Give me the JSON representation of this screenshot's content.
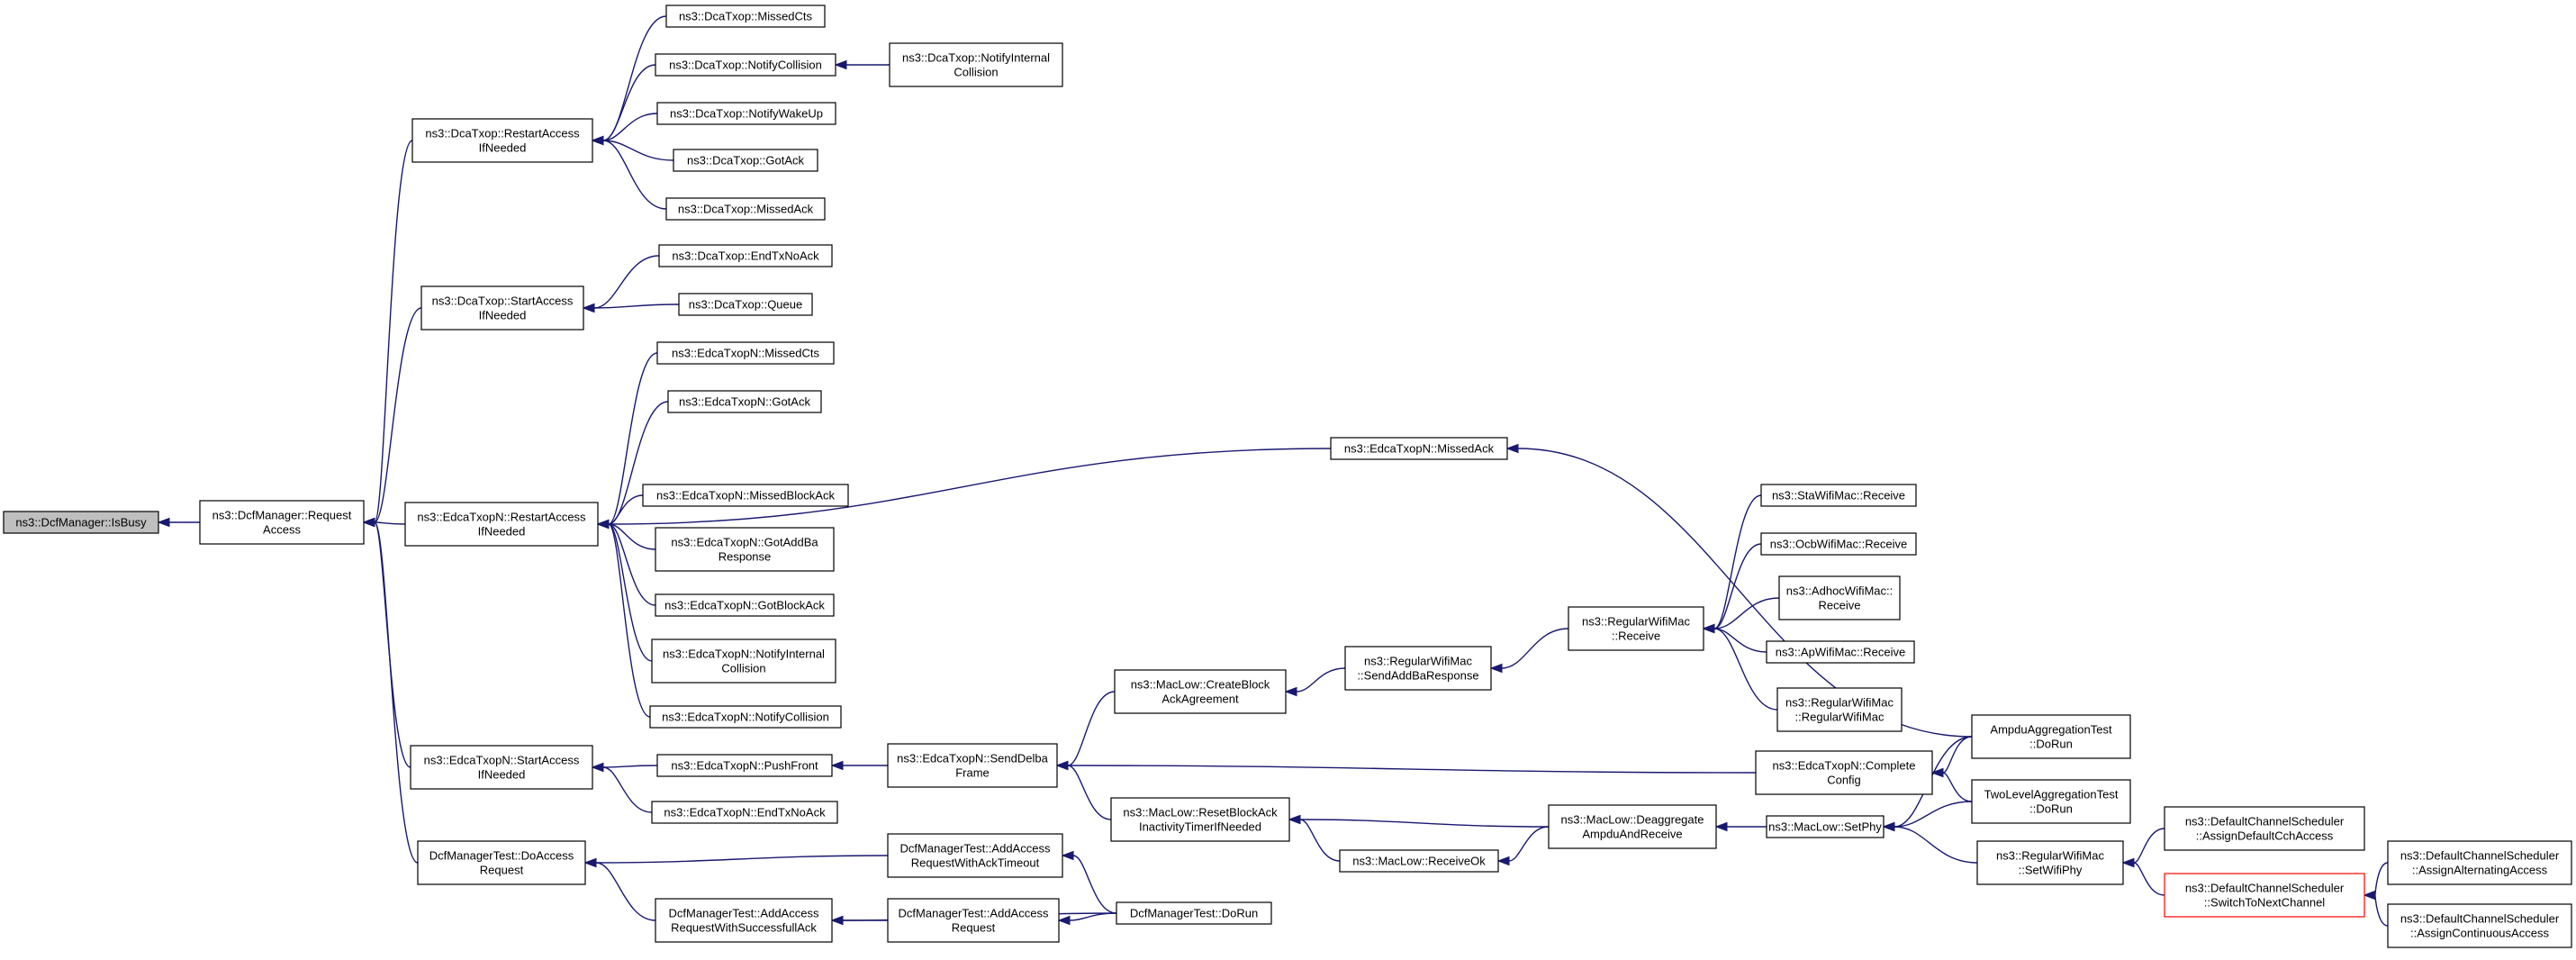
{
  "graph": {
    "nodes": [
      {
        "id": "n0",
        "label": [
          "ns3::DcfManager::IsBusy"
        ],
        "style": "root"
      },
      {
        "id": "n1",
        "label": [
          "ns3::DcfManager::Request",
          "Access"
        ]
      },
      {
        "id": "n2",
        "label": [
          "ns3::DcaTxop::RestartAccess",
          "IfNeeded"
        ]
      },
      {
        "id": "n3",
        "label": [
          "ns3::DcaTxop::StartAccess",
          "IfNeeded"
        ]
      },
      {
        "id": "n4",
        "label": [
          "ns3::EdcaTxopN::RestartAccess",
          "IfNeeded"
        ]
      },
      {
        "id": "n5",
        "label": [
          "ns3::EdcaTxopN::StartAccess",
          "IfNeeded"
        ]
      },
      {
        "id": "n6",
        "label": [
          "DcfManagerTest::DoAccess",
          "Request"
        ]
      },
      {
        "id": "n7",
        "label": [
          "ns3::DcaTxop::MissedCts"
        ]
      },
      {
        "id": "n8",
        "label": [
          "ns3::DcaTxop::NotifyCollision"
        ]
      },
      {
        "id": "n9",
        "label": [
          "ns3::DcaTxop::NotifyInternal",
          "Collision"
        ]
      },
      {
        "id": "n10",
        "label": [
          "ns3::DcaTxop::NotifyWakeUp"
        ]
      },
      {
        "id": "n11",
        "label": [
          "ns3::DcaTxop::GotAck"
        ]
      },
      {
        "id": "n12",
        "label": [
          "ns3::DcaTxop::MissedAck"
        ]
      },
      {
        "id": "n13",
        "label": [
          "ns3::DcaTxop::EndTxNoAck"
        ]
      },
      {
        "id": "n14",
        "label": [
          "ns3::DcaTxop::Queue"
        ]
      },
      {
        "id": "n15",
        "label": [
          "ns3::EdcaTxopN::MissedCts"
        ]
      },
      {
        "id": "n16",
        "label": [
          "ns3::EdcaTxopN::GotAck"
        ]
      },
      {
        "id": "n17",
        "label": [
          "ns3::EdcaTxopN::MissedAck"
        ]
      },
      {
        "id": "n18",
        "label": [
          "ns3::EdcaTxopN::MissedBlockAck"
        ]
      },
      {
        "id": "n19",
        "label": [
          "ns3::EdcaTxopN::GotAddBa",
          "Response"
        ]
      },
      {
        "id": "n20",
        "label": [
          "ns3::EdcaTxopN::GotBlockAck"
        ]
      },
      {
        "id": "n21",
        "label": [
          "ns3::EdcaTxopN::NotifyInternal",
          "Collision"
        ]
      },
      {
        "id": "n22",
        "label": [
          "ns3::EdcaTxopN::NotifyCollision"
        ]
      },
      {
        "id": "n23",
        "label": [
          "ns3::EdcaTxopN::PushFront"
        ]
      },
      {
        "id": "n24",
        "label": [
          "ns3::EdcaTxopN::EndTxNoAck"
        ]
      },
      {
        "id": "n25",
        "label": [
          "ns3::EdcaTxopN::SendDelba",
          "Frame"
        ]
      },
      {
        "id": "n26",
        "label": [
          "ns3::MacLow::CreateBlock",
          "AckAgreement"
        ]
      },
      {
        "id": "n27",
        "label": [
          "ns3::RegularWifiMac",
          "::SendAddBaResponse"
        ]
      },
      {
        "id": "n28",
        "label": [
          "ns3::RegularWifiMac",
          "::Receive"
        ]
      },
      {
        "id": "n29",
        "label": [
          "ns3::StaWifiMac::Receive"
        ]
      },
      {
        "id": "n30",
        "label": [
          "ns3::OcbWifiMac::Receive"
        ]
      },
      {
        "id": "n31",
        "label": [
          "ns3::AdhocWifiMac::",
          "Receive"
        ]
      },
      {
        "id": "n32",
        "label": [
          "ns3::ApWifiMac::Receive"
        ]
      },
      {
        "id": "n33",
        "label": [
          "ns3::RegularWifiMac",
          "::RegularWifiMac"
        ]
      },
      {
        "id": "n34",
        "label": [
          "ns3::MacLow::ResetBlockAck",
          "InactivityTimerIfNeeded"
        ]
      },
      {
        "id": "n35",
        "label": [
          "ns3::MacLow::ReceiveOk"
        ]
      },
      {
        "id": "n36",
        "label": [
          "ns3::MacLow::Deaggregate",
          "AmpduAndReceive"
        ]
      },
      {
        "id": "n37",
        "label": [
          "ns3::MacLow::SetPhy"
        ]
      },
      {
        "id": "n38",
        "label": [
          "ns3::EdcaTxopN::Complete",
          "Config"
        ]
      },
      {
        "id": "n39",
        "label": [
          "AmpduAggregationTest",
          "::DoRun"
        ]
      },
      {
        "id": "n40",
        "label": [
          "TwoLevelAggregationTest",
          "::DoRun"
        ]
      },
      {
        "id": "n41",
        "label": [
          "ns3::RegularWifiMac",
          "::SetWifiPhy"
        ]
      },
      {
        "id": "n42",
        "label": [
          "ns3::DefaultChannelScheduler",
          "::AssignDefaultCchAccess"
        ]
      },
      {
        "id": "n43",
        "label": [
          "ns3::DefaultChannelScheduler",
          "::SwitchToNextChannel"
        ],
        "style": "red"
      },
      {
        "id": "n44",
        "label": [
          "ns3::DefaultChannelScheduler",
          "::AssignAlternatingAccess"
        ]
      },
      {
        "id": "n45",
        "label": [
          "ns3::DefaultChannelScheduler",
          "::AssignContinuousAccess"
        ]
      },
      {
        "id": "n46",
        "label": [
          "DcfManagerTest::AddAccess",
          "RequestWithAckTimeout"
        ]
      },
      {
        "id": "n47",
        "label": [
          "DcfManagerTest::AddAccess",
          "RequestWithSuccessfullAck"
        ]
      },
      {
        "id": "n48",
        "label": [
          "DcfManagerTest::AddAccess",
          "Request"
        ]
      },
      {
        "id": "n49",
        "label": [
          "DcfManagerTest::DoRun"
        ]
      }
    ],
    "edges": [
      [
        "n1",
        "n0"
      ],
      [
        "n2",
        "n1"
      ],
      [
        "n3",
        "n1"
      ],
      [
        "n4",
        "n1"
      ],
      [
        "n5",
        "n1"
      ],
      [
        "n6",
        "n1"
      ],
      [
        "n7",
        "n2"
      ],
      [
        "n8",
        "n2"
      ],
      [
        "n10",
        "n2"
      ],
      [
        "n11",
        "n2"
      ],
      [
        "n12",
        "n2"
      ],
      [
        "n9",
        "n8"
      ],
      [
        "n13",
        "n3"
      ],
      [
        "n14",
        "n3"
      ],
      [
        "n15",
        "n4"
      ],
      [
        "n16",
        "n4"
      ],
      [
        "n17",
        "n4"
      ],
      [
        "n18",
        "n4"
      ],
      [
        "n19",
        "n4"
      ],
      [
        "n20",
        "n4"
      ],
      [
        "n21",
        "n4"
      ],
      [
        "n22",
        "n4"
      ],
      [
        "n39",
        "n17"
      ],
      [
        "n23",
        "n5"
      ],
      [
        "n24",
        "n5"
      ],
      [
        "n25",
        "n23"
      ],
      [
        "n26",
        "n25"
      ],
      [
        "n38",
        "n25"
      ],
      [
        "n34",
        "n25"
      ],
      [
        "n27",
        "n26"
      ],
      [
        "n28",
        "n27"
      ],
      [
        "n29",
        "n28"
      ],
      [
        "n30",
        "n28"
      ],
      [
        "n31",
        "n28"
      ],
      [
        "n32",
        "n28"
      ],
      [
        "n33",
        "n28"
      ],
      [
        "n36",
        "n34"
      ],
      [
        "n35",
        "n34"
      ],
      [
        "n36",
        "n35"
      ],
      [
        "n37",
        "n36"
      ],
      [
        "n39",
        "n38"
      ],
      [
        "n40",
        "n38"
      ],
      [
        "n39",
        "n37"
      ],
      [
        "n40",
        "n37"
      ],
      [
        "n41",
        "n37"
      ],
      [
        "n42",
        "n41"
      ],
      [
        "n43",
        "n41"
      ],
      [
        "n44",
        "n43"
      ],
      [
        "n45",
        "n43"
      ],
      [
        "n46",
        "n6"
      ],
      [
        "n47",
        "n6"
      ],
      [
        "n48",
        "n47"
      ],
      [
        "n49",
        "n47"
      ],
      [
        "n49",
        "n46"
      ],
      [
        "n49",
        "n48"
      ]
    ]
  }
}
